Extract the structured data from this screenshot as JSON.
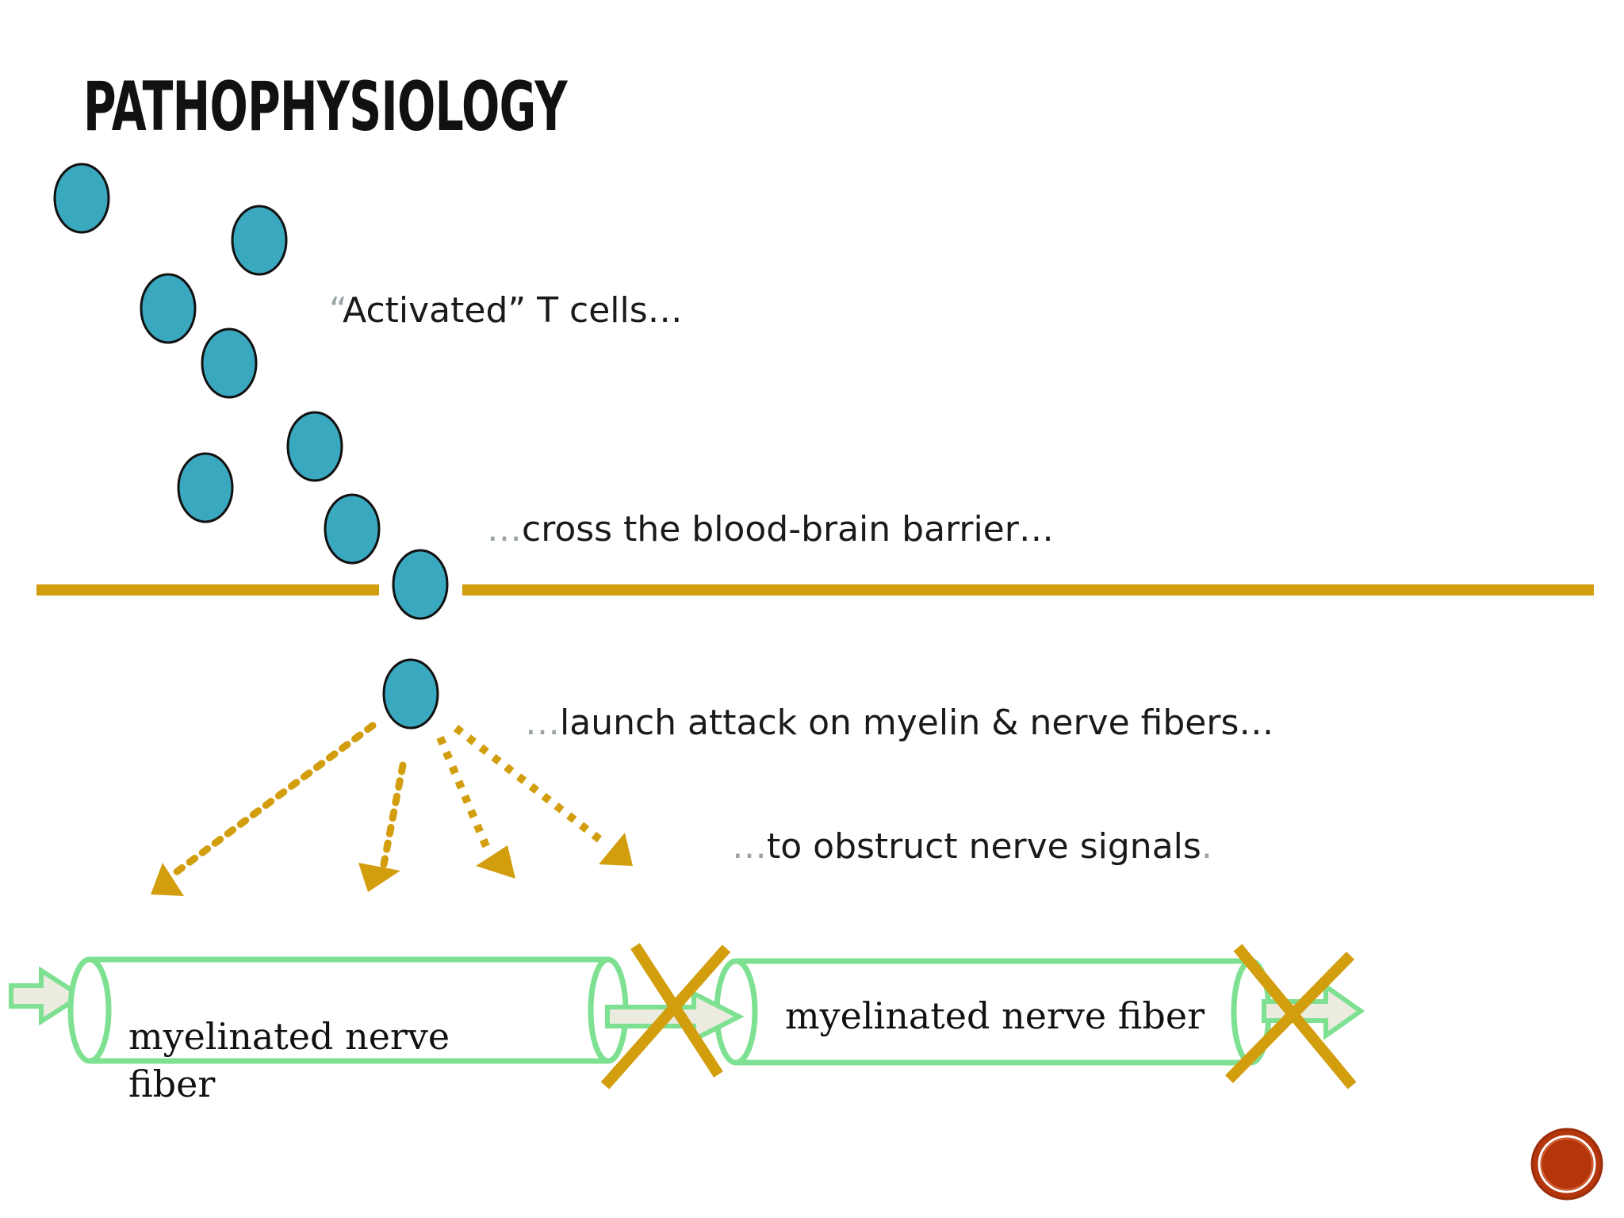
{
  "slide": {
    "title": "PATHOPHYSIOLOGY"
  },
  "captions": {
    "t_cells": {
      "lead": "“",
      "text": "Activated” T cells…",
      "tail": ""
    },
    "cross": {
      "lead": "…",
      "text": "cross the blood-brain barrier…",
      "tail": ""
    },
    "attack": {
      "lead": "…",
      "text": "launch attack on myelin & nerve fibers…",
      "tail": ""
    },
    "obstruct": {
      "lead": "…",
      "text": "to obstruct nerve signals",
      "tail": "."
    }
  },
  "fibers": [
    {
      "label_line1": "myelinated nerve",
      "label_line2": "fiber"
    },
    {
      "label_line1": "myelinated nerve fiber"
    }
  ],
  "colors": {
    "t_cell_fill": "#3aa8be",
    "barrier": "#d29e0e",
    "attack_arrow": "#d29e0e",
    "fiber_outline": "#7ee091",
    "signal_arrow_fill": "#ebebe0",
    "block_x": "#d29e0e",
    "nav_button": "#b5360b"
  },
  "icons": {
    "nav": "next-slide-button-icon",
    "block": "x-mark-icon"
  }
}
